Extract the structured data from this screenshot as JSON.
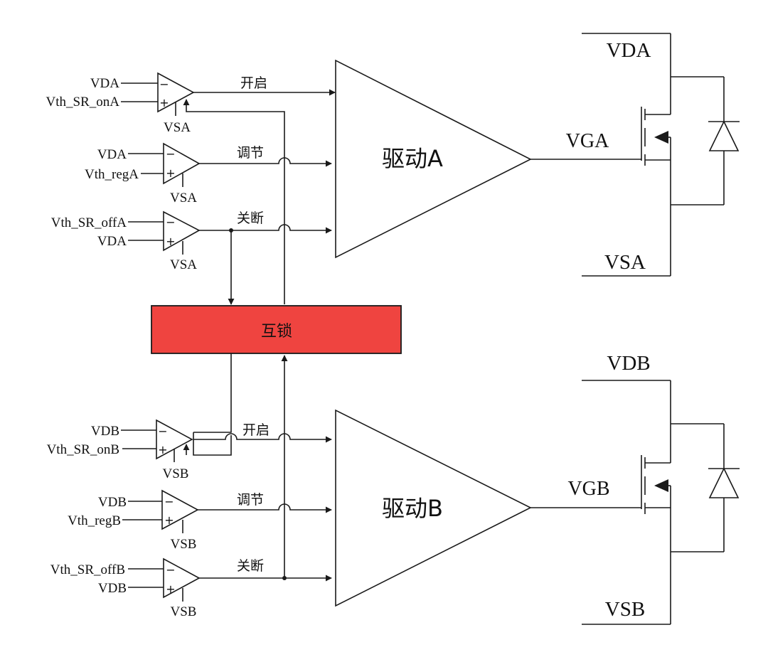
{
  "colors": {
    "wire": "#1a1a1a",
    "interlock_fill": "#ef4440",
    "background": "#ffffff"
  },
  "driver_a": {
    "label": "驱动A",
    "gate": "VGA",
    "rail_top": "VDA",
    "rail_bottom": "VSA",
    "comparators": [
      {
        "minus": "VDA",
        "plus": "Vth_SR_onA",
        "supply": "VSA",
        "signal": "开启"
      },
      {
        "minus": "VDA",
        "plus": "Vth_regA",
        "supply": "VSA",
        "signal": "调节"
      },
      {
        "minus": "Vth_SR_offA",
        "plus": "VDA",
        "supply": "VSA",
        "signal": "关断"
      }
    ]
  },
  "driver_b": {
    "label": "驱动B",
    "gate": "VGB",
    "rail_top": "VDB",
    "rail_bottom": "VSB",
    "comparators": [
      {
        "minus": "VDB",
        "plus": "Vth_SR_onB",
        "supply": "VSB",
        "signal": "开启"
      },
      {
        "minus": "VDB",
        "plus": "Vth_regB",
        "supply": "VSB",
        "signal": "调节"
      },
      {
        "minus": "Vth_SR_offB",
        "plus": "VDB",
        "supply": "VSB",
        "signal": "关断"
      }
    ]
  },
  "interlock": {
    "label": "互锁"
  },
  "symbols": {
    "minus": "−",
    "plus": "+"
  }
}
